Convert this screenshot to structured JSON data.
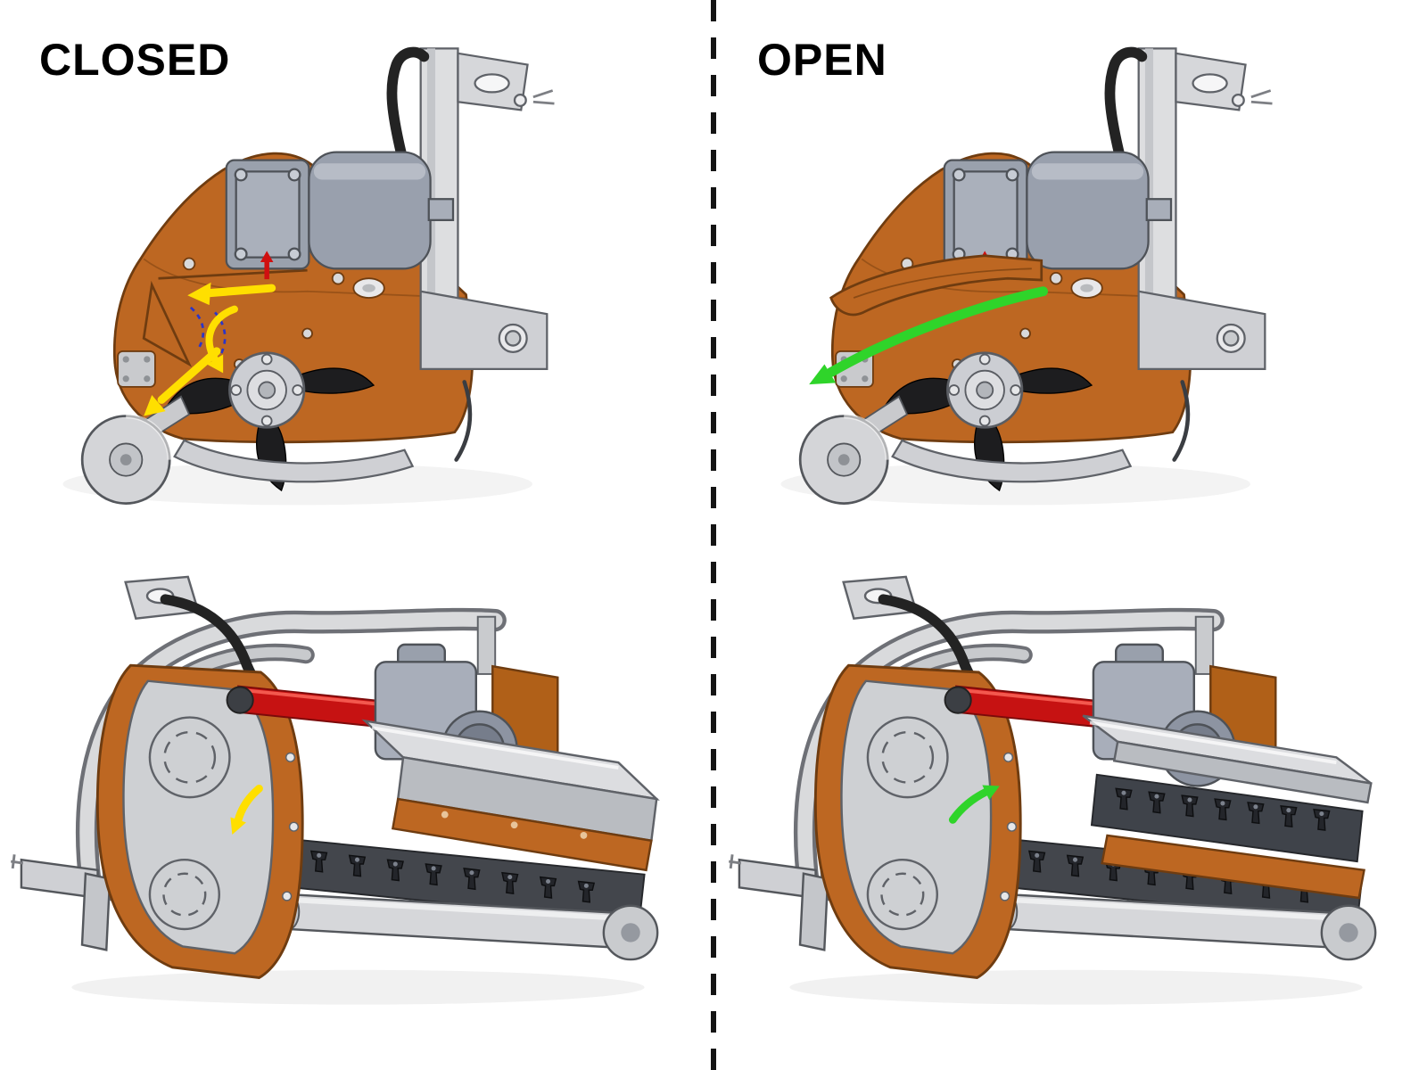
{
  "panels": [
    {
      "id": "closed",
      "label": "CLOSED",
      "state": "closed",
      "arrow_color": "#ffdf00"
    },
    {
      "id": "open",
      "label": "OPEN",
      "state": "open",
      "arrow_color": "#2fd42a"
    }
  ],
  "colors": {
    "background": "#ffffff",
    "divider": "#141414",
    "body_orange": "#bd6722",
    "body_orange_dark": "#a85a1a",
    "metal_light": "#d6d7da",
    "metal_mid": "#a8aeba",
    "metal_dark": "#5f6268",
    "hose_black": "#232323",
    "shaft_red": "#c61212",
    "arrow_yellow": "#ffdf00",
    "arrow_green": "#2fd42a",
    "guide_blue": "#2b35c8",
    "marker_red": "#d01010",
    "interior_dark": "#43464c"
  }
}
